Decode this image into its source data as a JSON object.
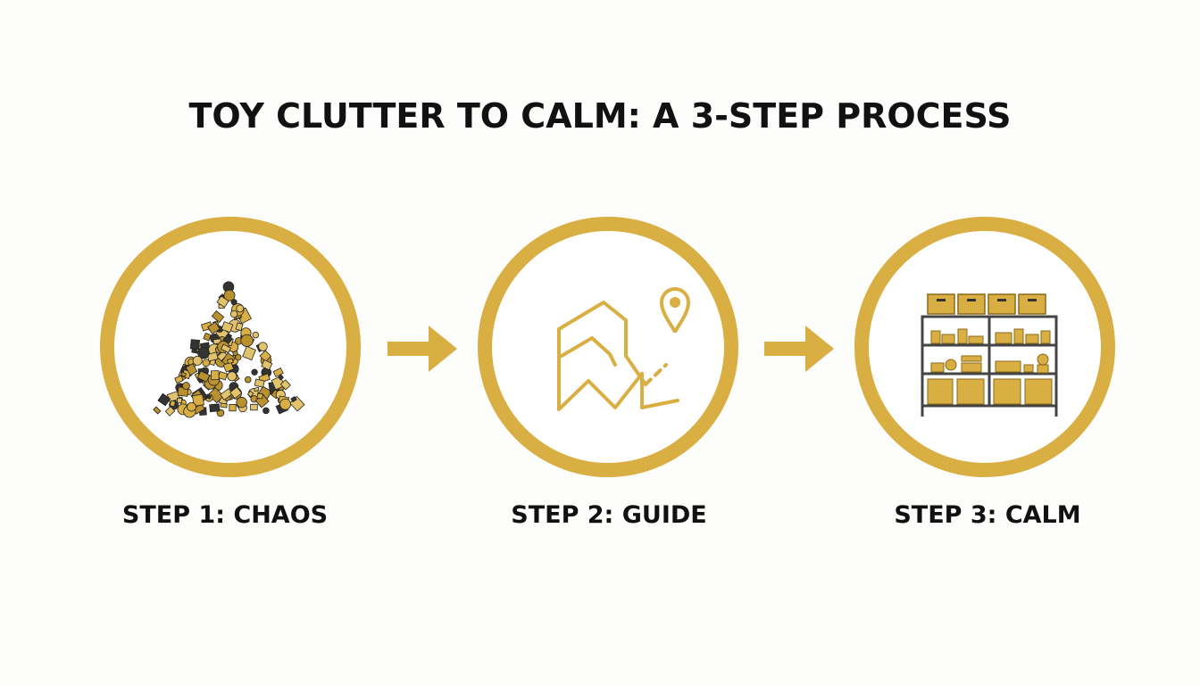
{
  "title": "TOY CLUTTER TO CALM: A 3-STEP PROCESS",
  "colors": {
    "accent": "#d9ae42",
    "dark": "#333333",
    "text": "#111111"
  },
  "steps": [
    {
      "label": "STEP 1: CHAOS",
      "icon": "toy-pile-icon"
    },
    {
      "label": "STEP 2: GUIDE",
      "icon": "map-route-icon"
    },
    {
      "label": "STEP 3: CALM",
      "icon": "storage-shelf-icon"
    }
  ],
  "arrows": [
    "arrow-right-icon",
    "arrow-right-icon"
  ]
}
